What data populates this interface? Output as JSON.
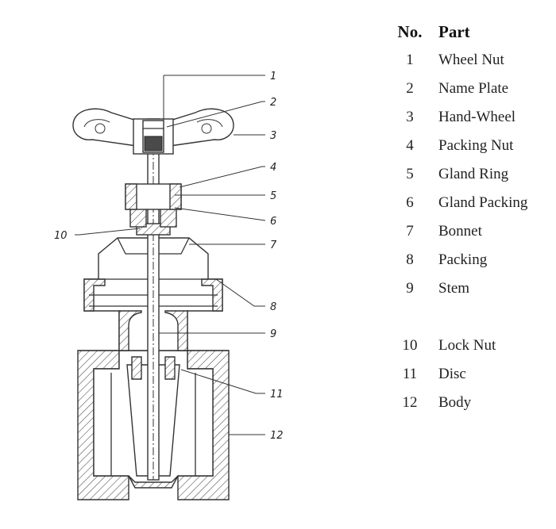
{
  "table": {
    "header_no": "No.",
    "header_part": "Part",
    "rows_top": [
      {
        "no": "1",
        "part": "Wheel Nut"
      },
      {
        "no": "2",
        "part": "Name Plate"
      },
      {
        "no": "3",
        "part": "Hand-Wheel"
      },
      {
        "no": "4",
        "part": "Packing Nut"
      },
      {
        "no": "5",
        "part": "Gland Ring"
      },
      {
        "no": "6",
        "part": "Gland Packing"
      },
      {
        "no": "7",
        "part": "Bonnet"
      },
      {
        "no": "8",
        "part": "Packing"
      },
      {
        "no": "9",
        "part": "Stem"
      }
    ],
    "rows_bottom": [
      {
        "no": "10",
        "part": "Lock Nut"
      },
      {
        "no": "11",
        "part": "Disc"
      },
      {
        "no": "12",
        "part": "Body"
      }
    ]
  },
  "callouts": {
    "c1": "1",
    "c2": "2",
    "c3": "3",
    "c4": "4",
    "c5": "5",
    "c6": "6",
    "c7": "7",
    "c8": "8",
    "c9": "9",
    "c10": "10",
    "c11": "11",
    "c12": "12"
  }
}
